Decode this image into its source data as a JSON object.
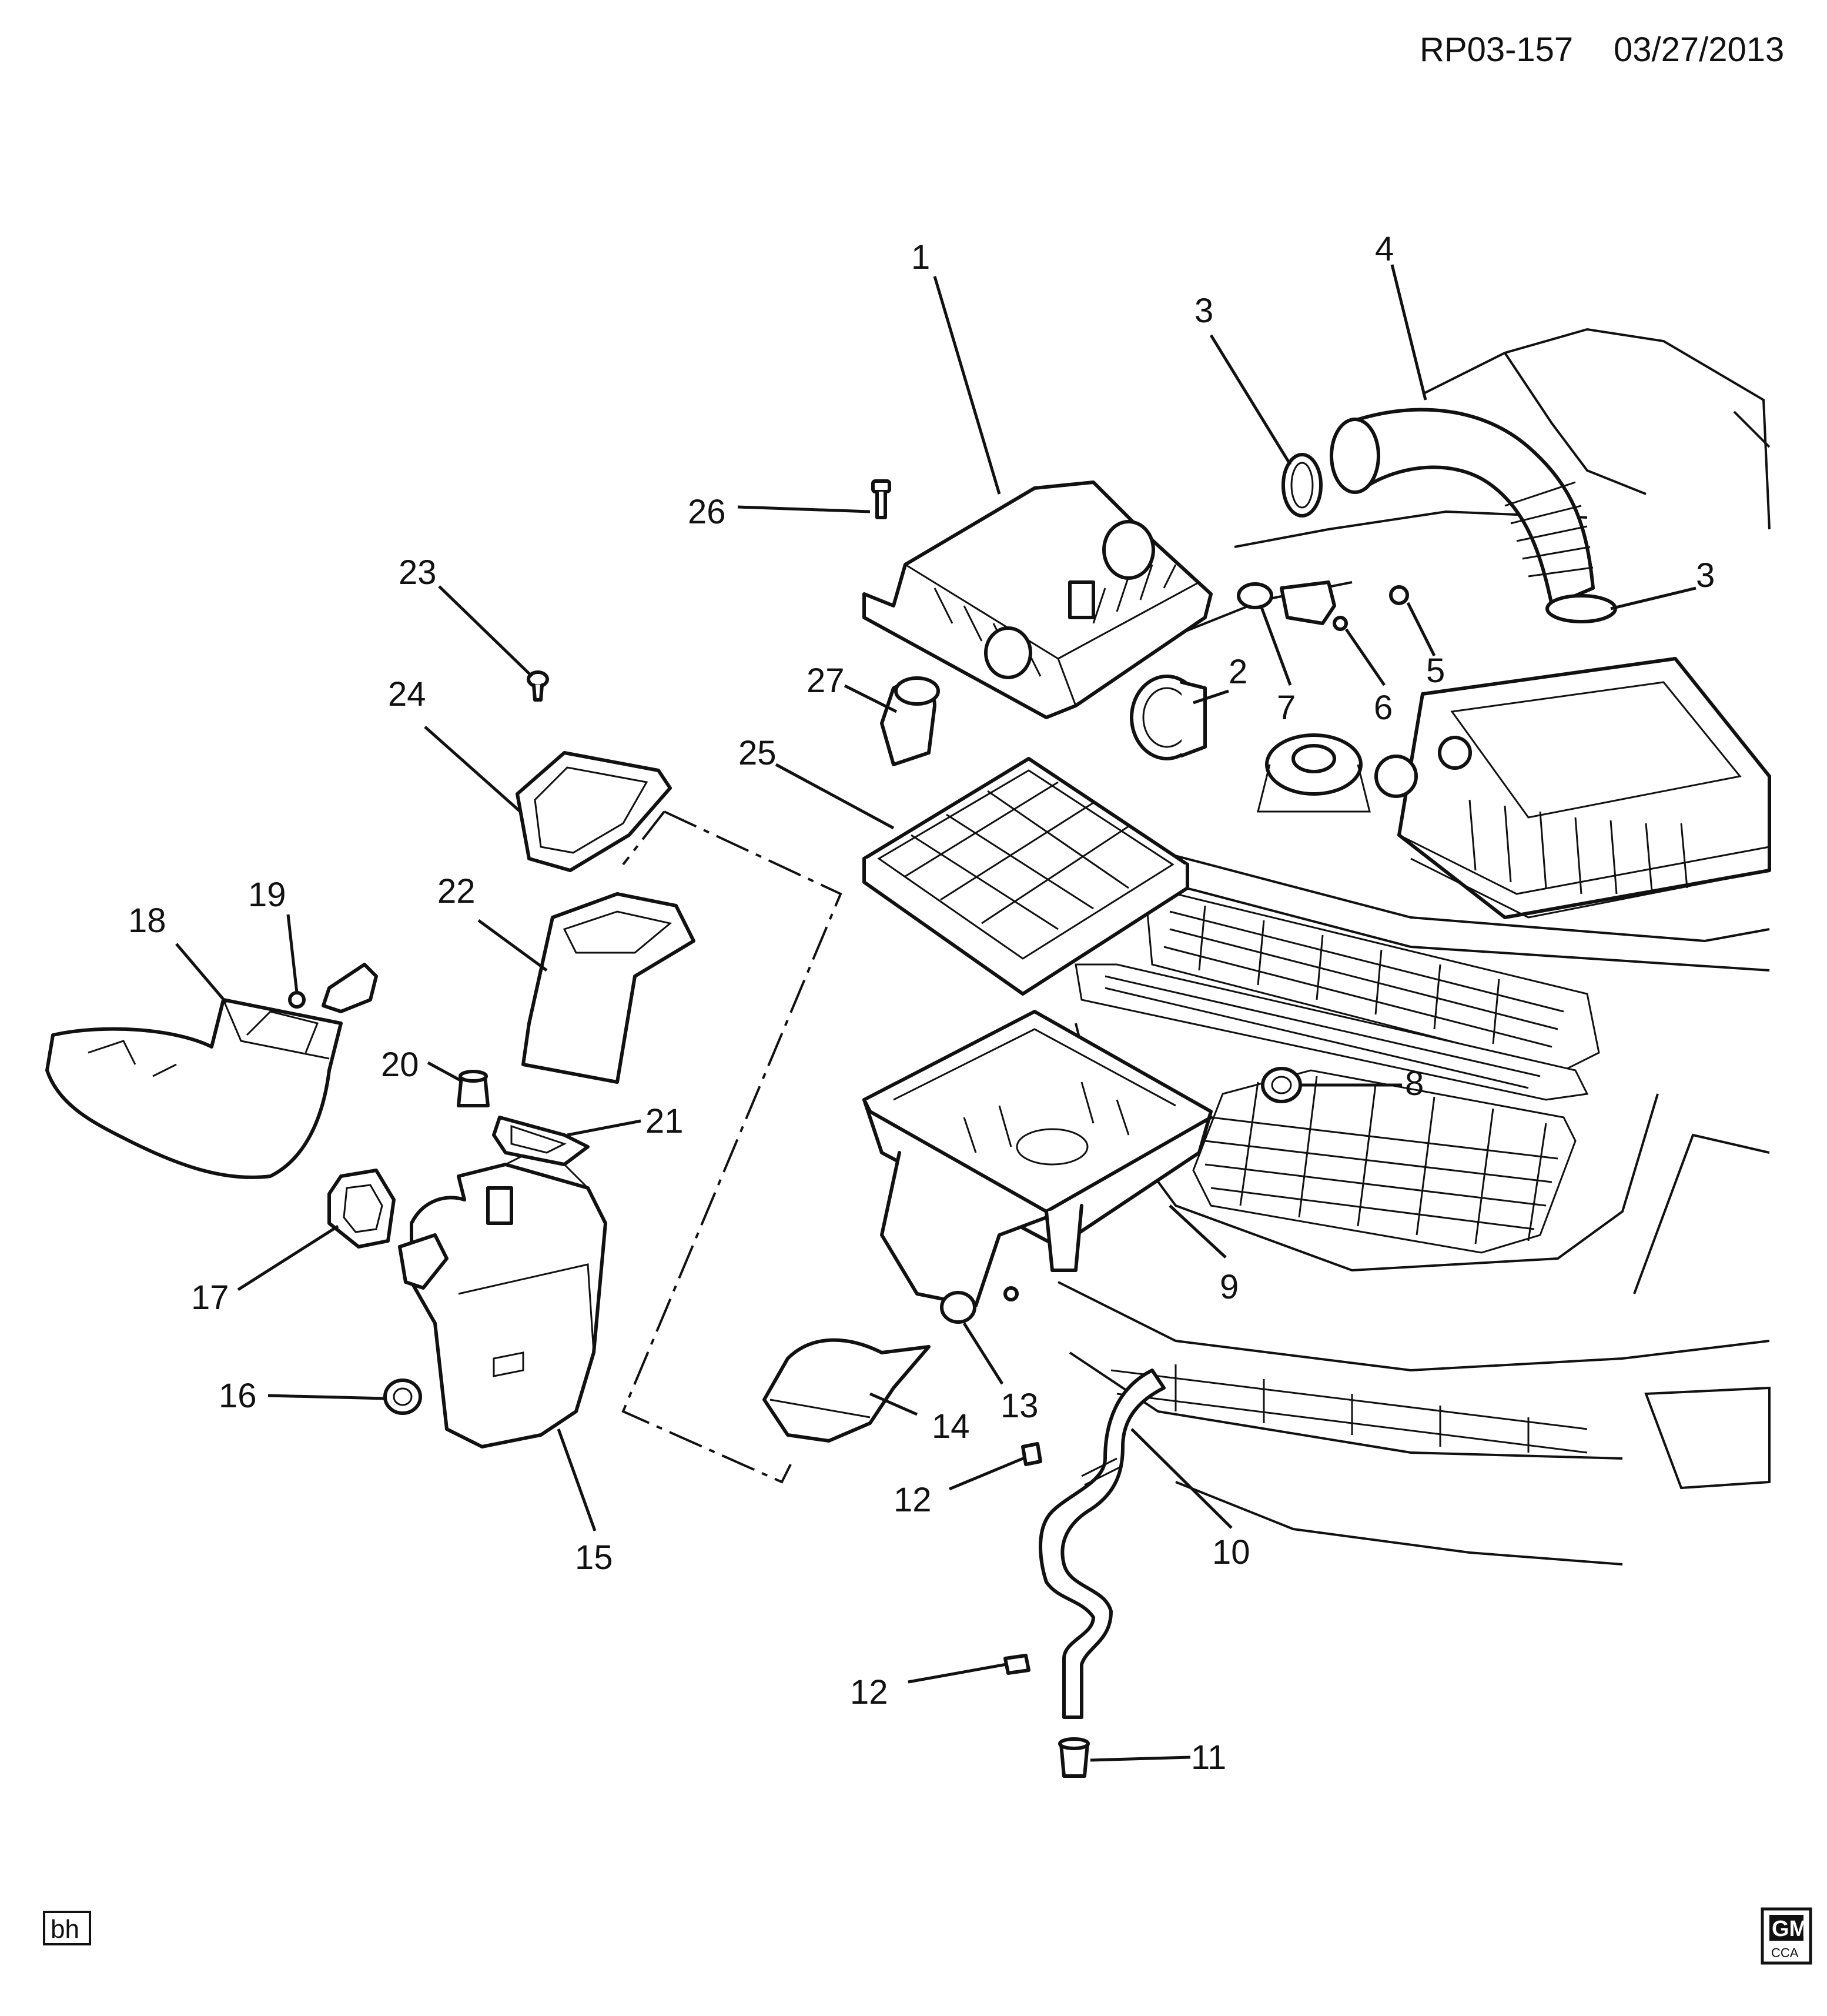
{
  "header": {
    "ref_code": "RP03-157",
    "date": "03/27/2013"
  },
  "footer": {
    "author_initials": "bh",
    "logo_top": "GM",
    "logo_bottom": "CCA"
  },
  "callouts": [
    {
      "id": "c1",
      "label": "1"
    },
    {
      "id": "c2",
      "label": "2"
    },
    {
      "id": "c3a",
      "label": "3"
    },
    {
      "id": "c3b",
      "label": "3"
    },
    {
      "id": "c4",
      "label": "4"
    },
    {
      "id": "c5",
      "label": "5"
    },
    {
      "id": "c6",
      "label": "6"
    },
    {
      "id": "c7",
      "label": "7"
    },
    {
      "id": "c8",
      "label": "8"
    },
    {
      "id": "c9",
      "label": "9"
    },
    {
      "id": "c10",
      "label": "10"
    },
    {
      "id": "c11",
      "label": "11"
    },
    {
      "id": "c12a",
      "label": "12"
    },
    {
      "id": "c12b",
      "label": "12"
    },
    {
      "id": "c13",
      "label": "13"
    },
    {
      "id": "c14",
      "label": "14"
    },
    {
      "id": "c15",
      "label": "15"
    },
    {
      "id": "c16",
      "label": "16"
    },
    {
      "id": "c17",
      "label": "17"
    },
    {
      "id": "c18",
      "label": "18"
    },
    {
      "id": "c19",
      "label": "19"
    },
    {
      "id": "c20",
      "label": "20"
    },
    {
      "id": "c21",
      "label": "21"
    },
    {
      "id": "c22",
      "label": "22"
    },
    {
      "id": "c23",
      "label": "23"
    },
    {
      "id": "c24",
      "label": "24"
    },
    {
      "id": "c25",
      "label": "25"
    },
    {
      "id": "c26",
      "label": "26"
    },
    {
      "id": "c27",
      "label": "27"
    }
  ]
}
